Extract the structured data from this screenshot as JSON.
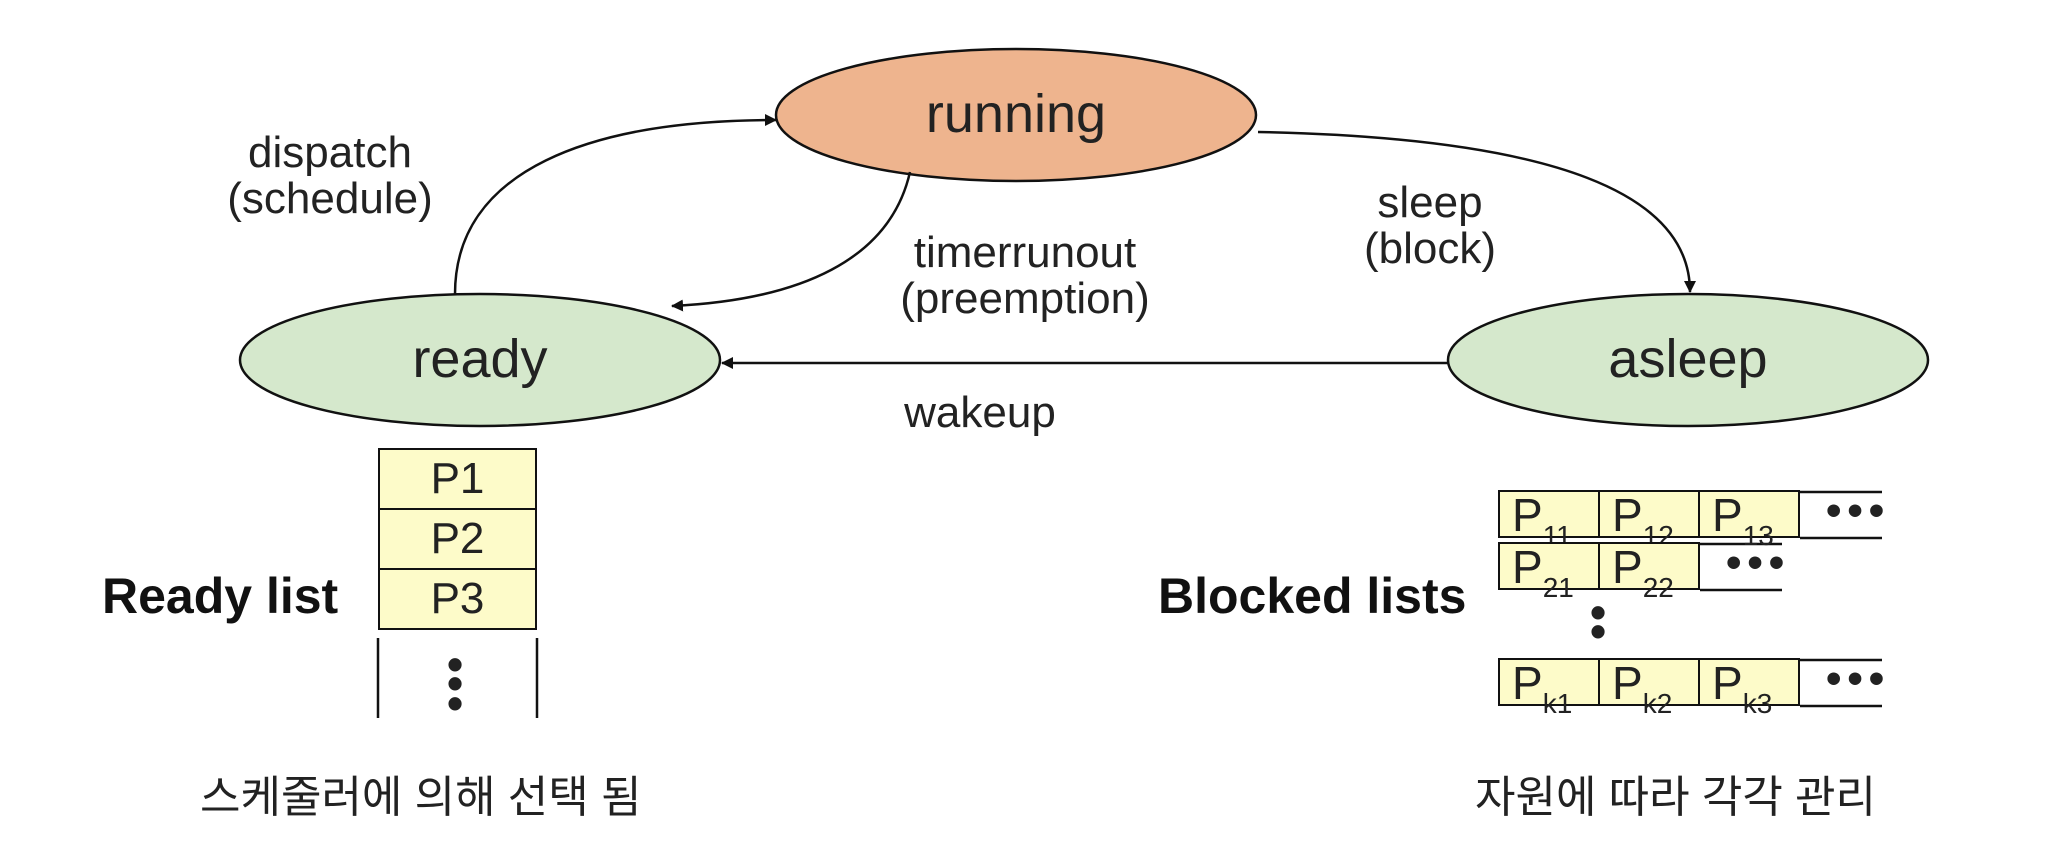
{
  "states": {
    "running": "running",
    "ready": "ready",
    "asleep": "asleep"
  },
  "edges": {
    "dispatch_line1": "dispatch",
    "dispatch_line2": "(schedule)",
    "timeout_line1": "timerrunout",
    "timeout_line2": "(preemption)",
    "sleep_line1": "sleep",
    "sleep_line2": "(block)",
    "wakeup": "wakeup"
  },
  "ready_list": {
    "title": "Ready list",
    "items": [
      "P1",
      "P2",
      "P3"
    ],
    "more": "⋮",
    "caption": "스케줄러에 의해 선택 됨"
  },
  "blocked_lists": {
    "title": "Blocked lists",
    "rows": [
      {
        "cells": [
          {
            "base": "P",
            "sub": "11"
          },
          {
            "base": "P",
            "sub": "12"
          },
          {
            "base": "P",
            "sub": "13"
          }
        ],
        "more": "•••"
      },
      {
        "cells": [
          {
            "base": "P",
            "sub": "21"
          },
          {
            "base": "P",
            "sub": "22"
          }
        ],
        "more": "•••"
      },
      {
        "cells": [
          {
            "base": "P",
            "sub": "k1"
          },
          {
            "base": "P",
            "sub": "k2"
          },
          {
            "base": "P",
            "sub": "k3"
          }
        ],
        "more": "•••"
      }
    ],
    "between_rows": "⋮",
    "caption": "자원에 따라 각각 관리"
  },
  "colors": {
    "running_fill": "#eeb48e",
    "ready_fill": "#d5e8cc",
    "asleep_fill": "#d5e8cc",
    "cell_fill": "#fdfbc9",
    "stroke": "#111111"
  }
}
